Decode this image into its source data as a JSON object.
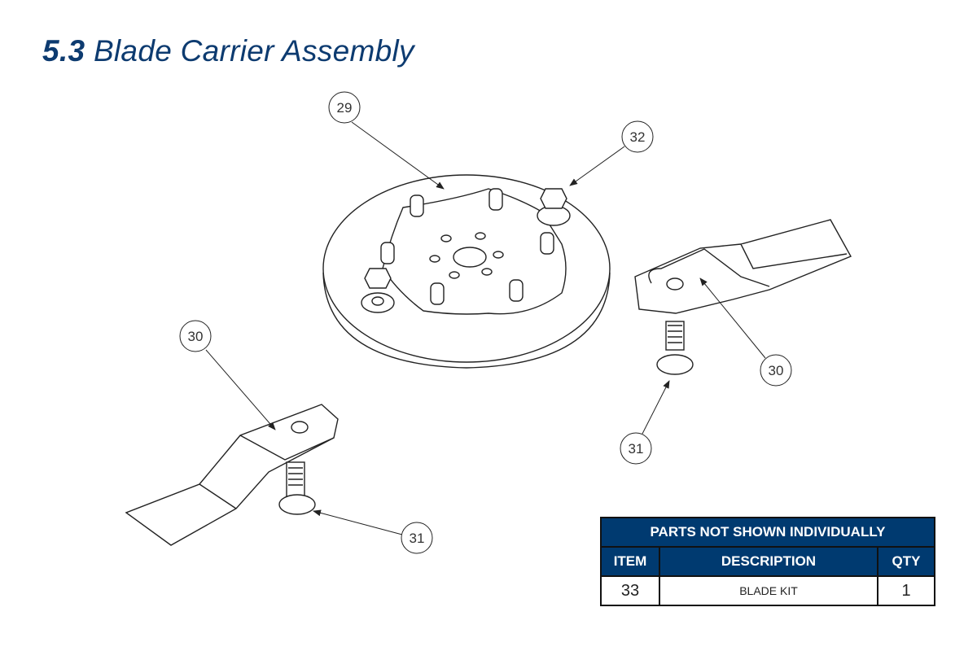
{
  "title": {
    "number": "5.3",
    "text": "Blade Carrier Assembly"
  },
  "callouts": [
    "29",
    "32",
    "30",
    "30",
    "31",
    "31"
  ],
  "parts_table": {
    "title": "PARTS NOT SHOWN INDIVIDUALLY",
    "headers": [
      "ITEM",
      "DESCRIPTION",
      "QTY"
    ],
    "rows": [
      {
        "item": "33",
        "description": "BLADE KIT",
        "qty": "1"
      }
    ]
  },
  "colors": {
    "brand": "#003a70",
    "title": "#0d3b70"
  }
}
